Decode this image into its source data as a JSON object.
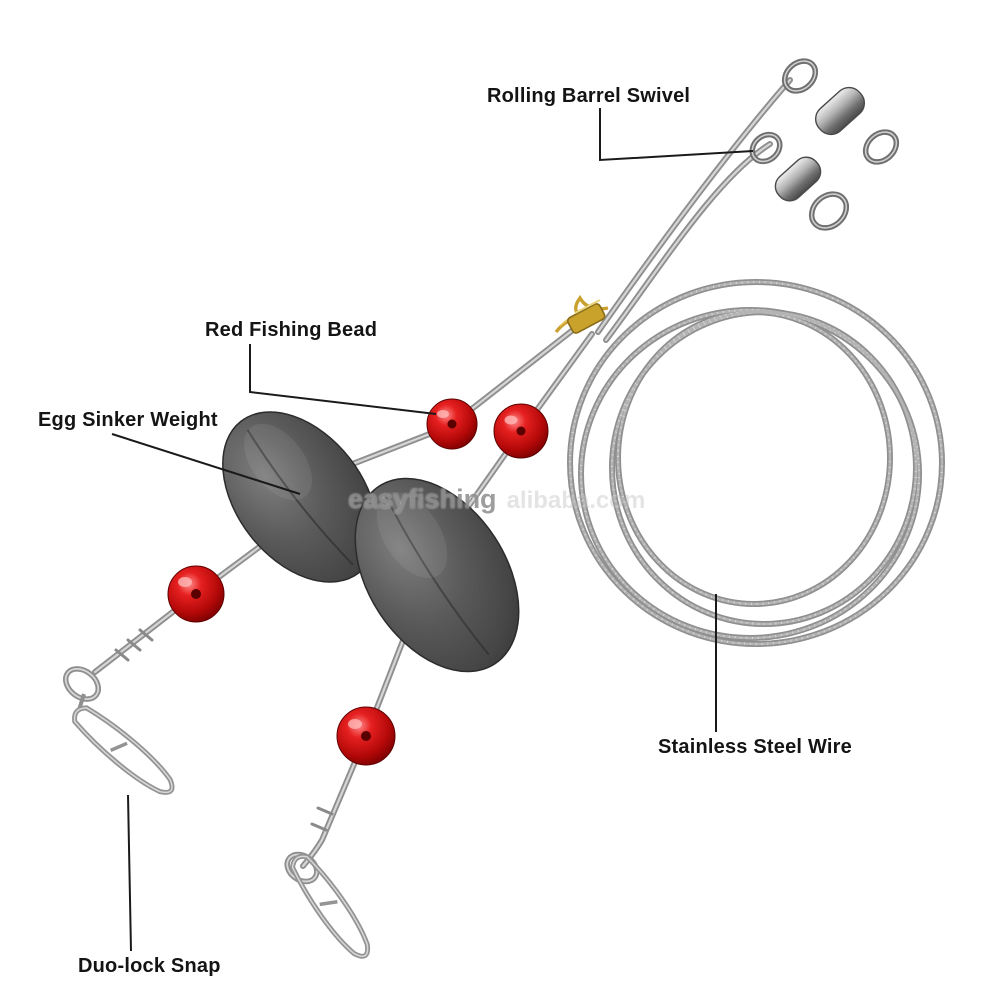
{
  "diagram": {
    "title": "Fishing wire rig with egg sinkers - annotated product diagram",
    "labels": {
      "rolling_barrel_swivel": "Rolling Barrel Swivel",
      "red_fishing_bead": "Red Fishing Bead",
      "egg_sinker_weight": "Egg Sinker Weight",
      "stainless_steel_wire": "Stainless Steel Wire",
      "duo_lock_snap": "Duo-lock Snap"
    },
    "watermark": {
      "primary": "easyfishing",
      "secondary": "alibaba.com"
    },
    "components": [
      {
        "name": "rolling barrel swivel",
        "count": 2
      },
      {
        "name": "red fishing bead",
        "count": 4
      },
      {
        "name": "egg sinker weight",
        "count": 2
      },
      {
        "name": "stainless steel wire coil",
        "count": 1
      },
      {
        "name": "duo-lock snap",
        "count": 2
      },
      {
        "name": "gold crimp sleeve",
        "count": 1
      }
    ]
  },
  "colors": {
    "background": "#ffffff",
    "bead_red": "#c41111",
    "weight_gray": "#4e4e4e",
    "wire_silver": "#bfbfbf",
    "crimp_gold": "#c9a22c",
    "label_text": "#141414"
  }
}
